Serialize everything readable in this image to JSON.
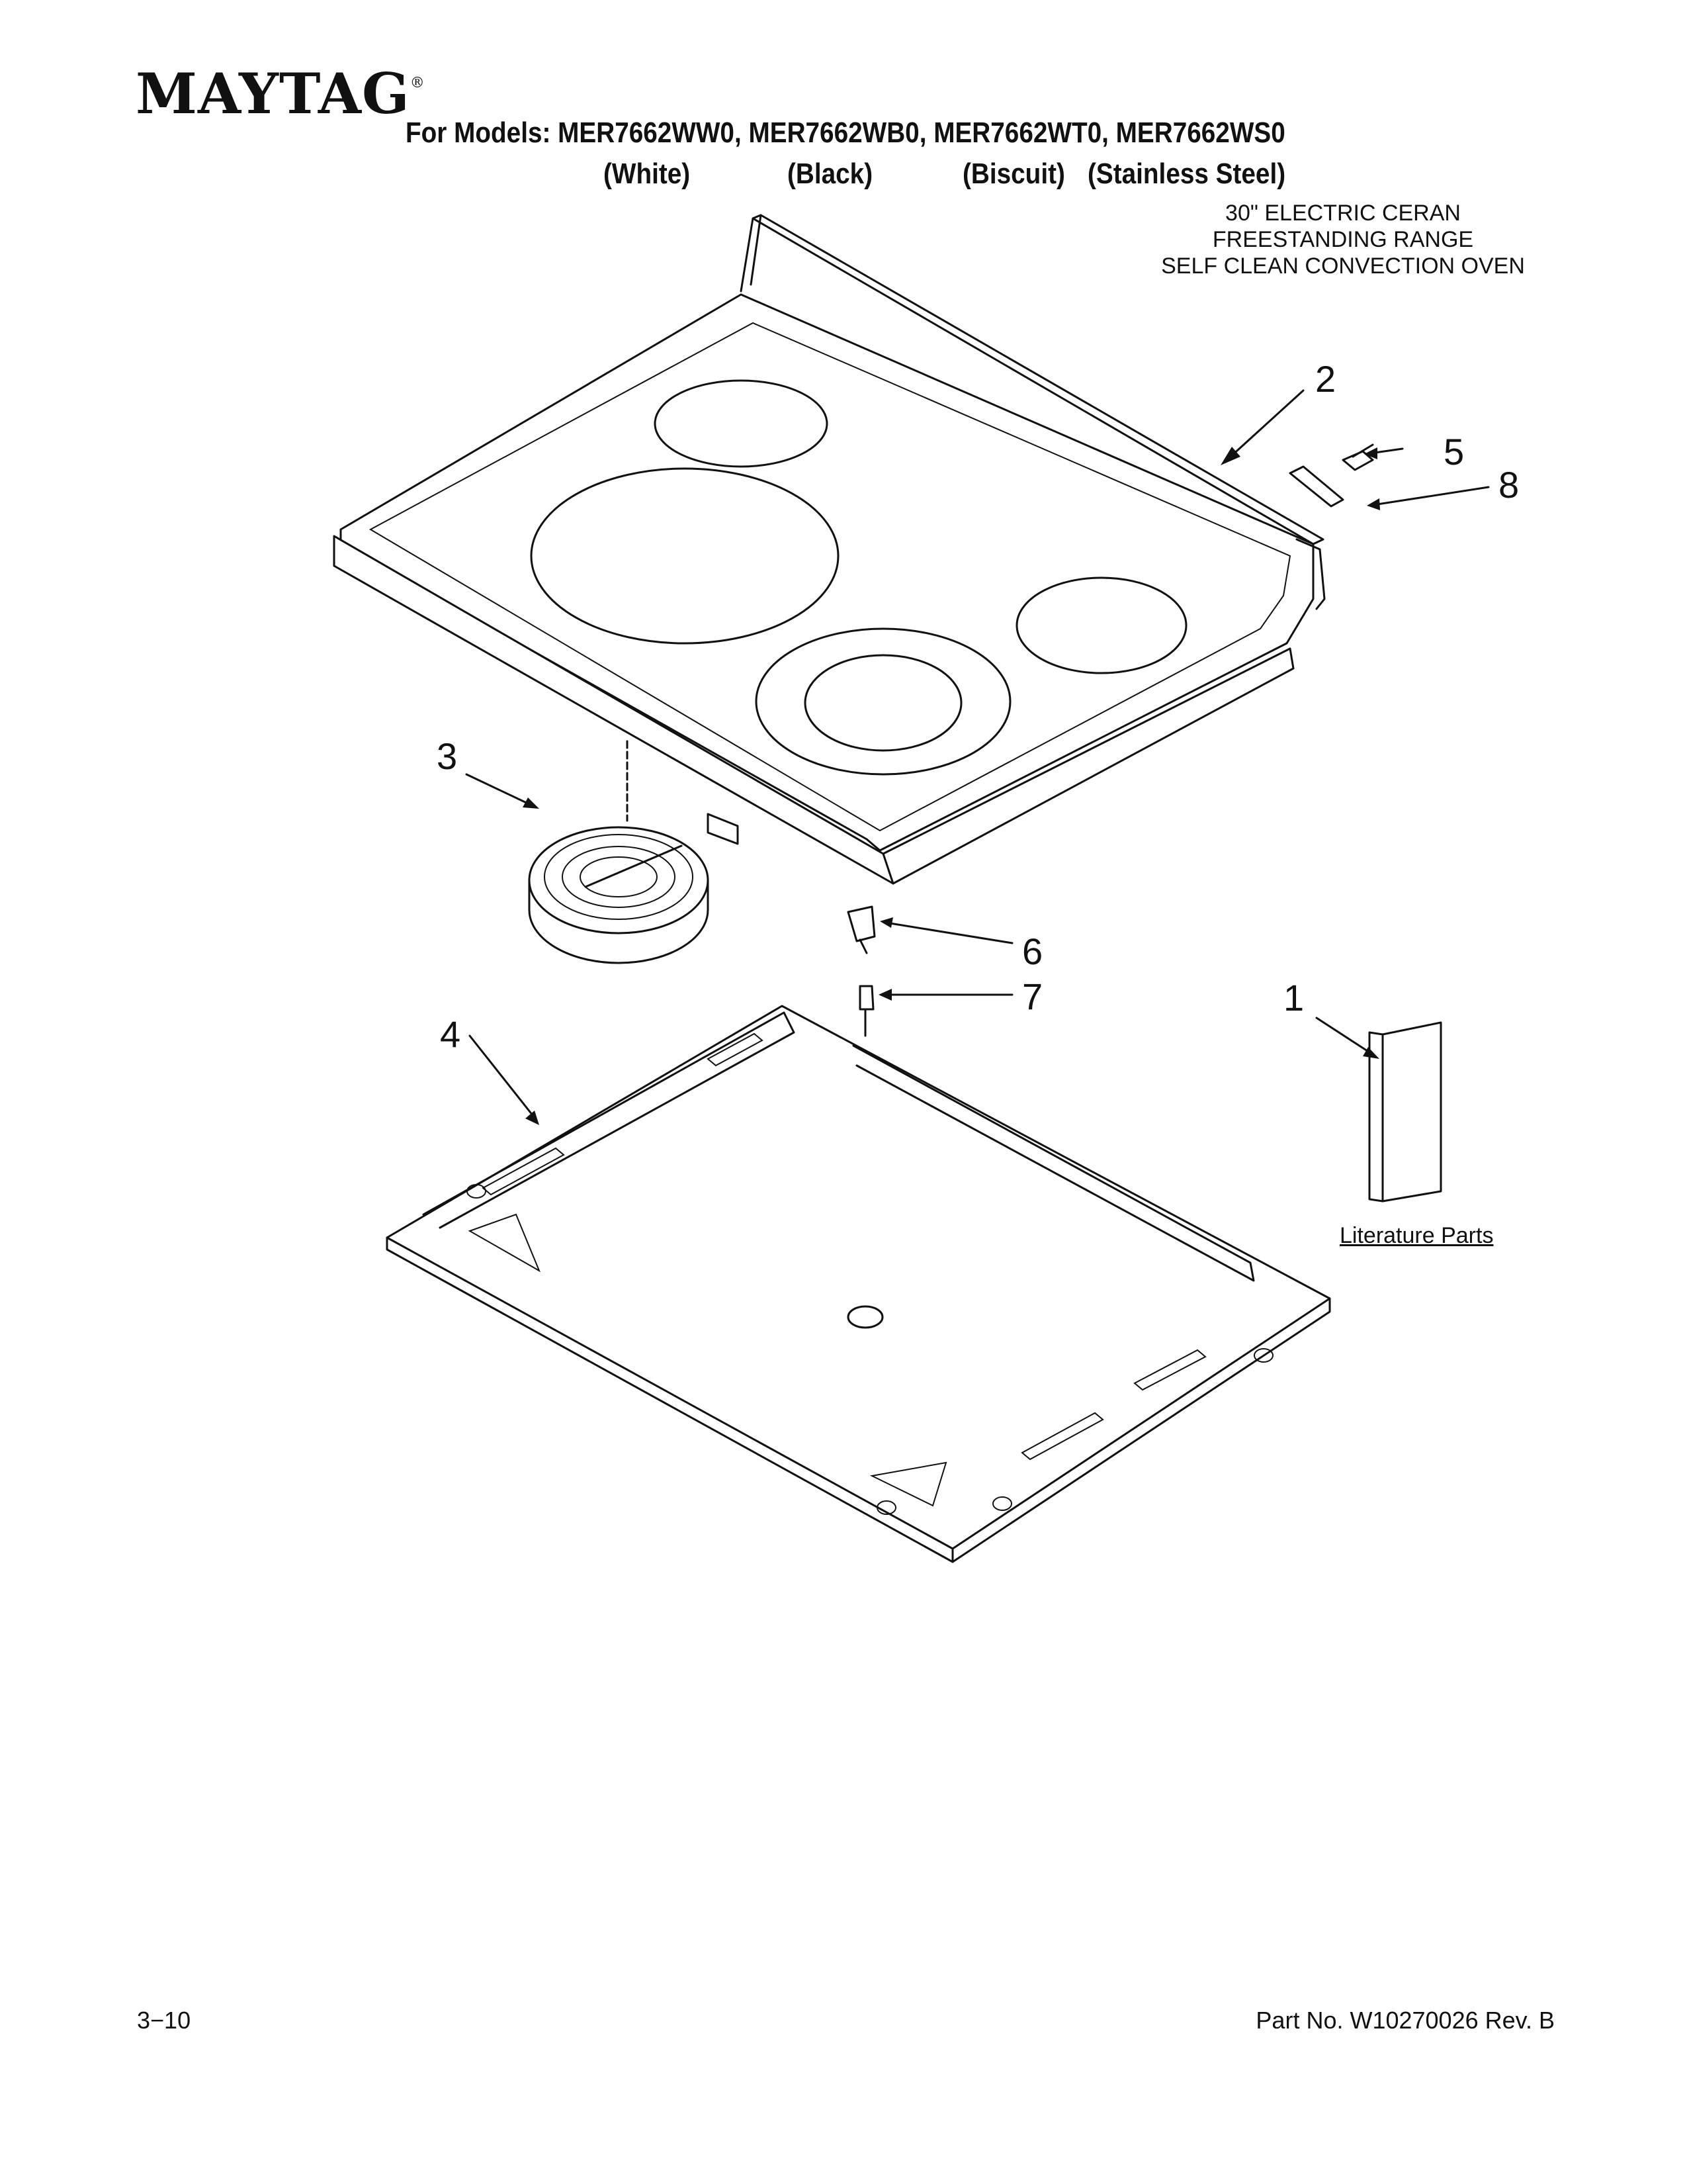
{
  "brand": {
    "name": "MAYTAG",
    "mark": "®"
  },
  "header": {
    "models_line": "For Models: MER7662WW0, MER7662WB0, MER7662WT0, MER7662WS0",
    "colors": [
      "(White)",
      "(Black)",
      "(Biscuit)",
      "(Stainless Steel)"
    ]
  },
  "description": {
    "line1": "30\" ELECTRIC CERAN",
    "line2": "FREESTANDING RANGE",
    "line3": "SELF CLEAN CONVECTION OVEN"
  },
  "callouts": {
    "c1": "1",
    "c2": "2",
    "c3": "3",
    "c4": "4",
    "c5": "5",
    "c6": "6",
    "c7": "7",
    "c8": "8"
  },
  "literature_label": "Literature Parts",
  "footer": {
    "page": "3−10",
    "part_number": "Part No. W10270026 Rev. B"
  }
}
